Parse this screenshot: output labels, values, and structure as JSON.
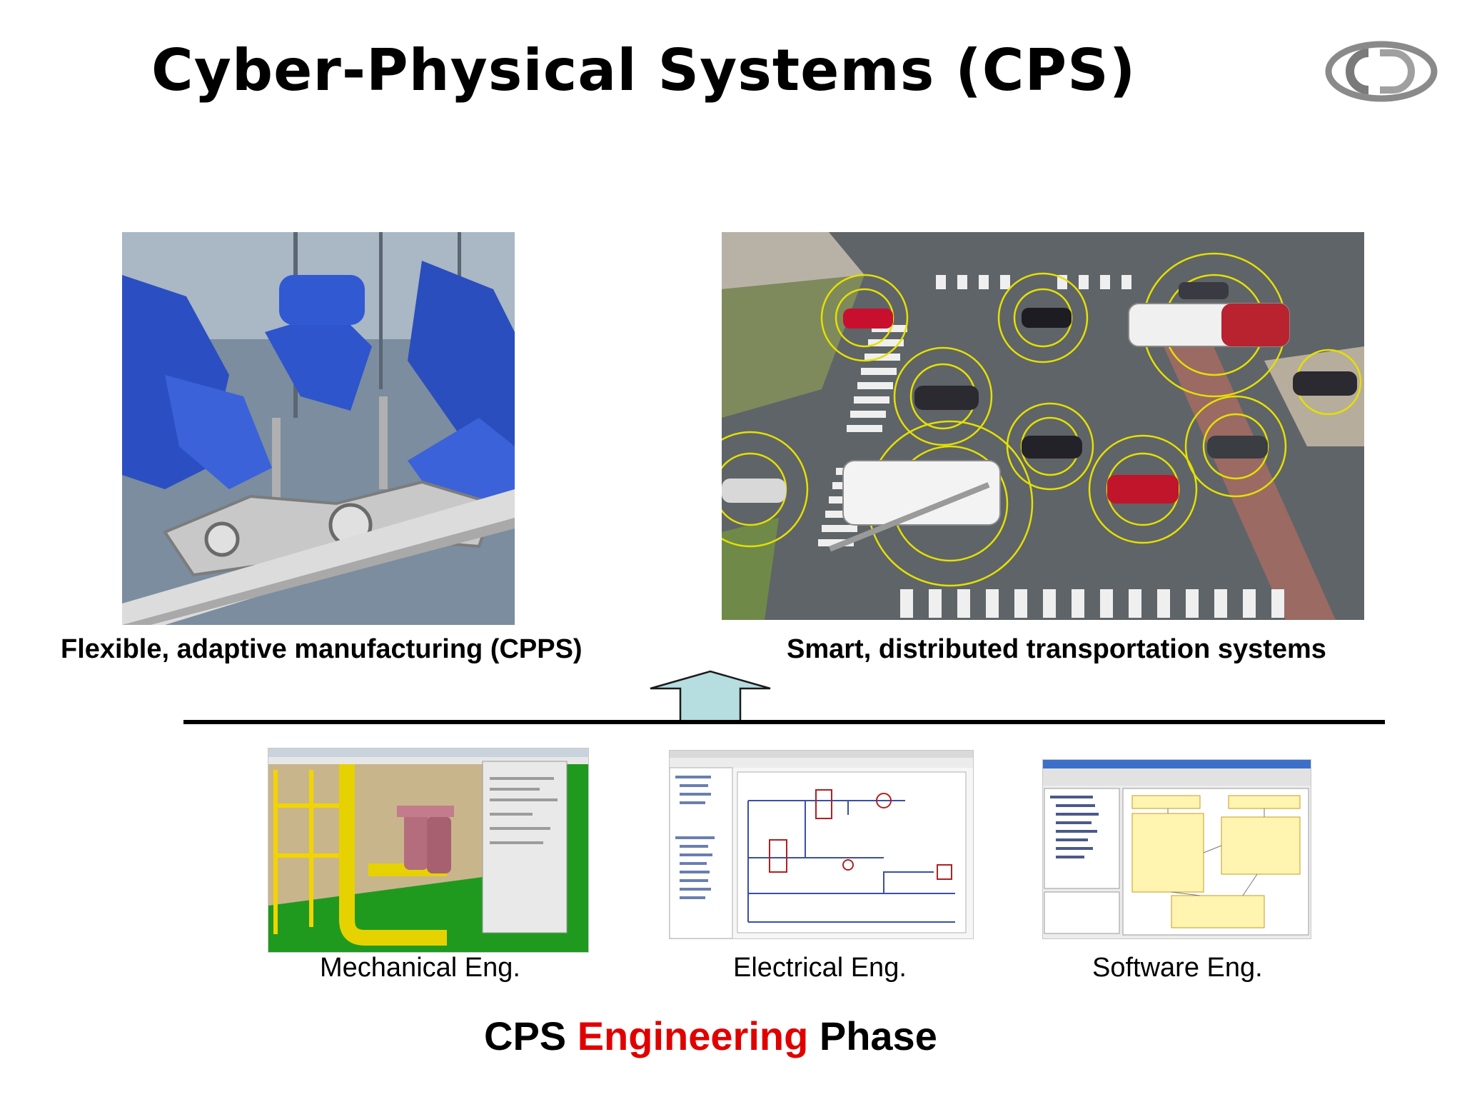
{
  "slide": {
    "title": "Cyber-Physical Systems (CPS)",
    "logo_icon": "cd-logo-icon"
  },
  "top_images": [
    {
      "caption": "Flexible, adaptive manufacturing (CPPS)",
      "icon": "industrial-robots-photo"
    },
    {
      "caption": "Smart, distributed transportation systems",
      "icon": "traffic-intersection-photo"
    }
  ],
  "arrow_icon": "up-arrow-icon",
  "engineering_disciplines": [
    {
      "caption": "Mechanical Eng.",
      "icon": "cad-3d-piping-screenshot"
    },
    {
      "caption": "Electrical Eng.",
      "icon": "circuit-schematic-screenshot"
    },
    {
      "caption": "Software Eng.",
      "icon": "uml-diagram-screenshot"
    }
  ],
  "phase_title": {
    "part1": "CPS ",
    "highlight": "Engineering",
    "part2": " Phase",
    "highlight_color": "#e00000"
  },
  "colors": {
    "arrow_fill": "#b6dde0",
    "robot_blue": "#2b4fc2",
    "detection_ring": "#e4e000"
  }
}
